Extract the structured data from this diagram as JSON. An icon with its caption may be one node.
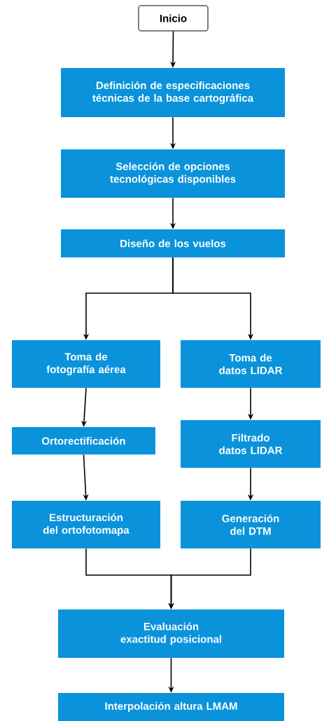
{
  "diagram": {
    "nodes": [
      {
        "text": [
          "Inicio"
        ]
      },
      {
        "text": [
          "Definición de especificaciones técnicas de la base cartográfica"
        ]
      },
      {
        "text": [
          "Selección de opciones tecnológicas disponibles"
        ]
      },
      {
        "text": [
          "Diseño de los vuelos"
        ]
      },
      {
        "text": [
          "Toma de fotografía aérea"
        ]
      },
      {
        "text": [
          "Toma de datos LIDAR"
        ]
      },
      {
        "text": [
          "Ortorectificación"
        ]
      },
      {
        "text": [
          "Filtrado datos LIDAR"
        ]
      },
      {
        "text": [
          "Estructuración del ortofotomapa"
        ]
      },
      {
        "text": [
          "Generación del DTM"
        ]
      },
      {
        "text": [
          "Evaluación exactitud posicional"
        ]
      },
      {
        "text": [
          "Interpolación altura LMAM"
        ]
      }
    ],
    "edges": [
      {
        "from": 0,
        "to": 1,
        "arrow": "to"
      },
      {
        "from": 1,
        "to": 2,
        "arrow": "to"
      },
      {
        "from": 2,
        "to": 3,
        "arrow": "to"
      },
      {
        "from": 3,
        "to": 4,
        "arrow": "to"
      },
      {
        "from": 3,
        "to": 5,
        "arrow": "to"
      },
      {
        "from": 4,
        "to": 6,
        "arrow": "to"
      },
      {
        "from": 6,
        "to": 8,
        "arrow": "to"
      },
      {
        "from": 5,
        "to": 7,
        "arrow": "to"
      },
      {
        "from": 7,
        "to": 9,
        "arrow": "to"
      },
      {
        "from": 8,
        "to": 10,
        "arrow": "to"
      },
      {
        "from": 9,
        "to": 10,
        "arrow": "to"
      },
      {
        "from": 10,
        "to": 11,
        "arrow": "to"
      }
    ]
  }
}
